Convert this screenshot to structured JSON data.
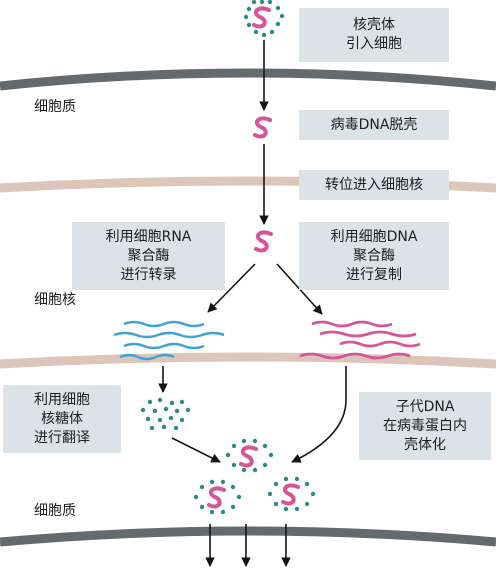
{
  "labels": {
    "cytoplasm_top": "细胞质",
    "nucleus": "细胞核",
    "cytoplasm_bottom": "细胞质"
  },
  "steps": {
    "entry": "核壳体\n引入细胞",
    "uncoating": "病毒DNA脱壳",
    "nuclear_entry": "转位进入细胞核",
    "transcription": "利用细胞RNA\n聚合酶\n进行转录",
    "replication": "利用细胞DNA\n聚合酶\n进行复制",
    "translation": "利用细胞\n核糖体\n进行翻译",
    "assembly": "子代DNA\n在病毒蛋白内\n壳体化"
  },
  "colors": {
    "membrane": "#636b6e",
    "nuclear_envelope": "#dec5ba",
    "dna": "#d6559a",
    "rna": "#3ea3d6",
    "protein": "#2a8c86",
    "box": "#dbe3e6",
    "arrow": "#141414"
  }
}
